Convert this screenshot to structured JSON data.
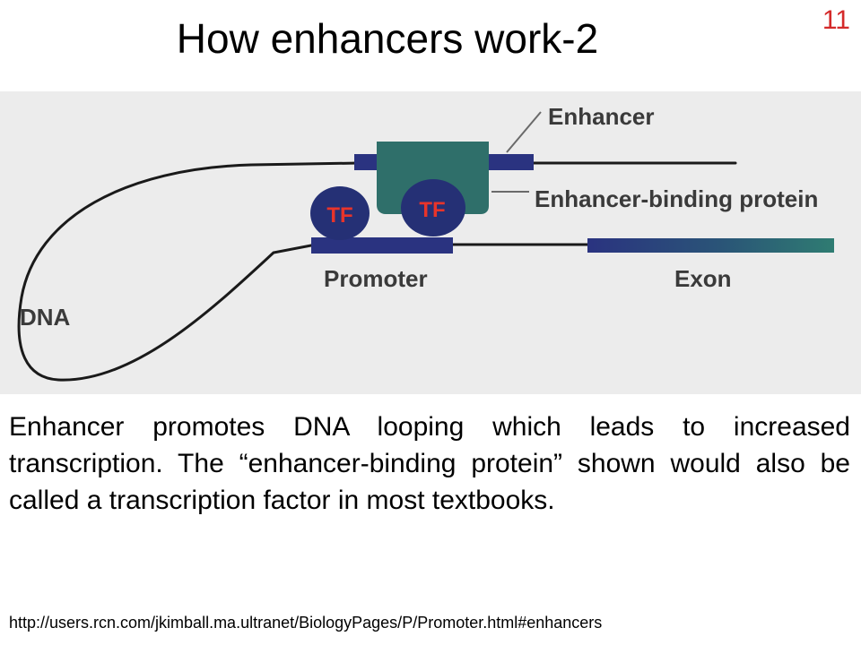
{
  "slide": {
    "page_number": "11",
    "title": "How enhancers work-2",
    "caption": "Enhancer promotes DNA looping which leads to increased transcription. The “enhancer-binding protein” shown would also be called a transcription factor in most textbooks.",
    "source_url": "http://users.rcn.com/jkimball.ma.ultranet/BiologyPages/P/Promoter.html#enhancers"
  },
  "diagram": {
    "labels": {
      "enhancer": "Enhancer",
      "enhancer_binding_protein": "Enhancer-binding protein",
      "tf_left": "TF",
      "tf_right": "TF",
      "promoter": "Promoter",
      "exon": "Exon",
      "dna": "DNA"
    },
    "colors": {
      "background": "#ececec",
      "dna_line": "#1a1a1a",
      "enhancer_bar": "#2a3380",
      "enhancer_binding_protein": "#2f6f6a",
      "transcription_factor": "#253075",
      "tf_text": "#e8342a",
      "label_text": "#3a3a3a",
      "leader_line": "#6a6a6a"
    }
  }
}
